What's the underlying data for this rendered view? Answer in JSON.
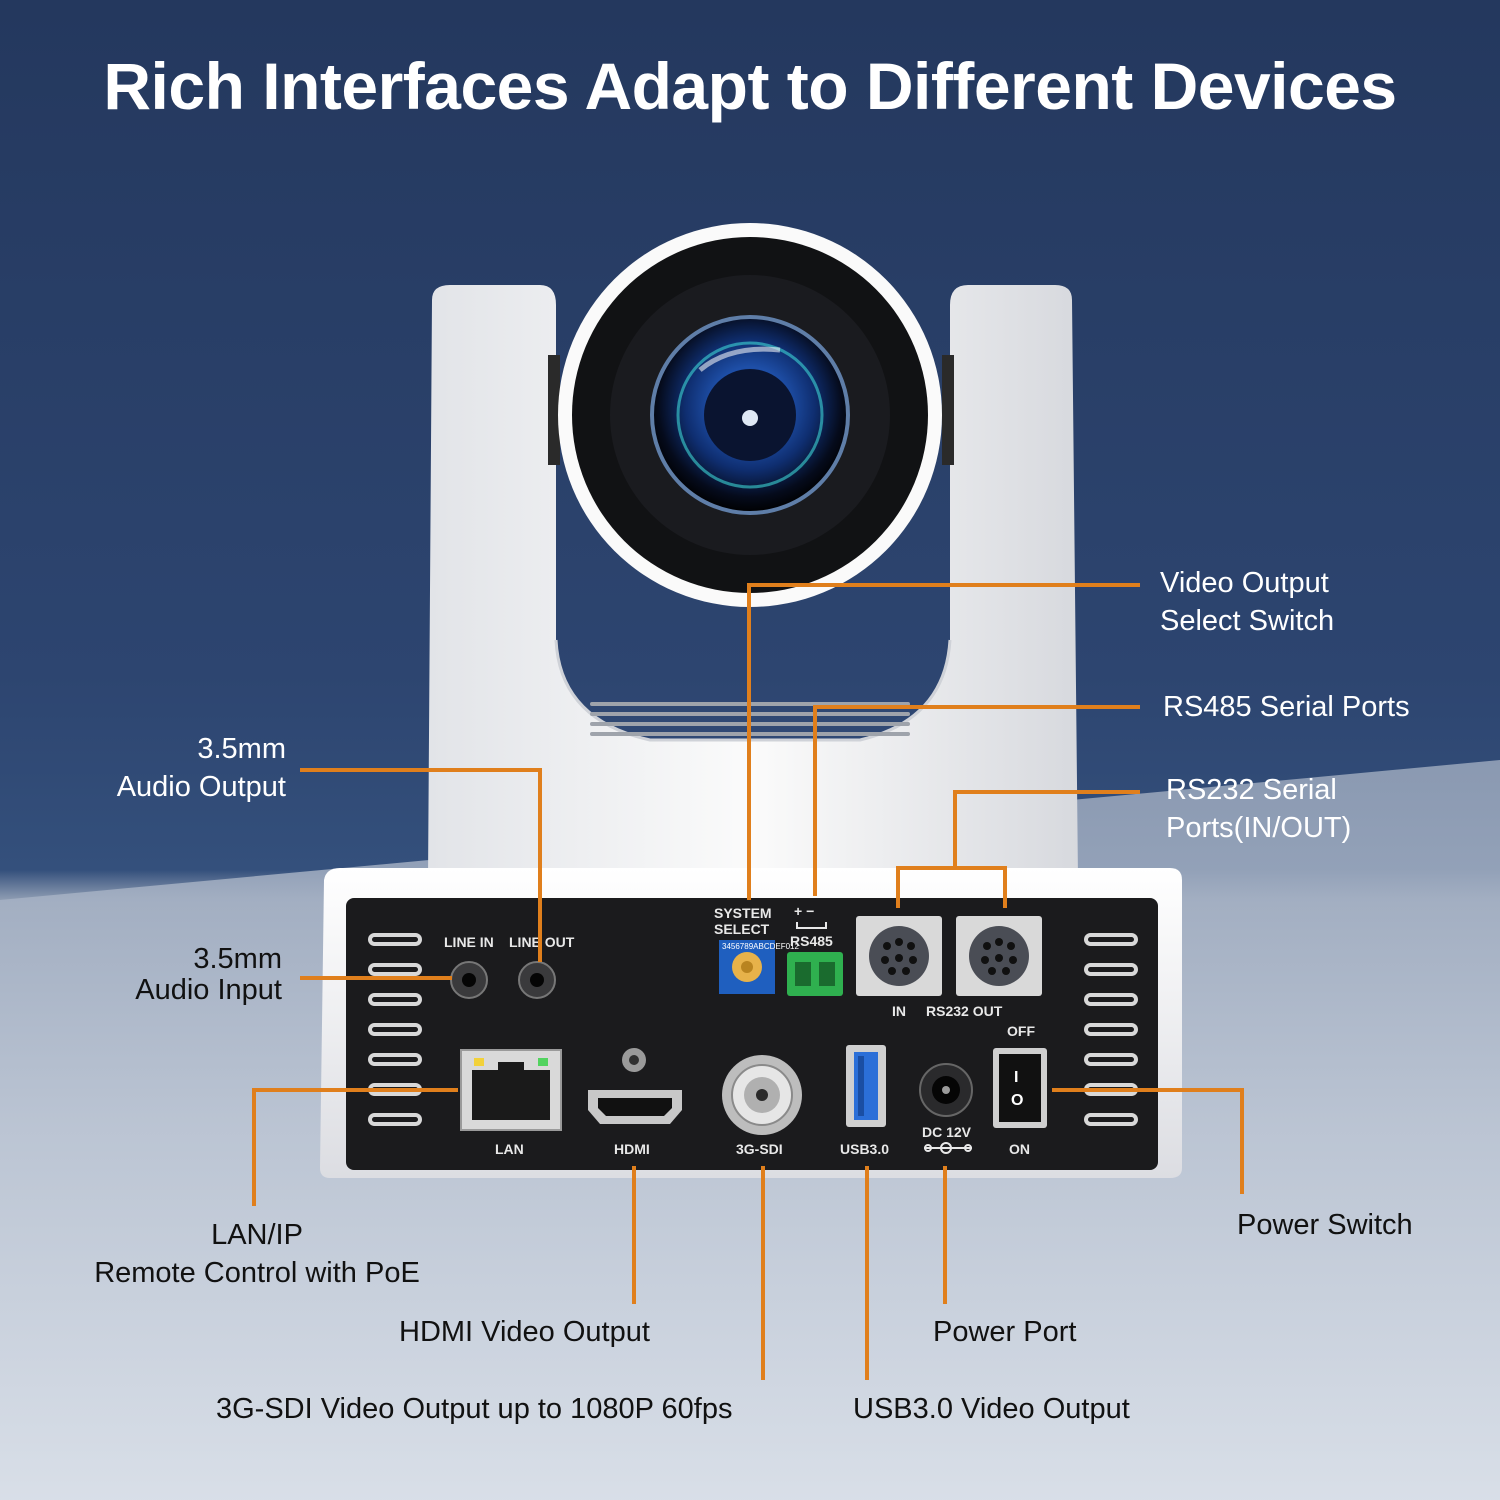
{
  "title": "Rich Interfaces Adapt to Different Devices",
  "callouts": {
    "video_output_select": [
      "Video Output",
      "Select Switch"
    ],
    "rs485": "RS485 Serial Ports",
    "rs232": [
      "RS232 Serial",
      "Ports(IN/OUT)"
    ],
    "audio_output": [
      "3.5mm",
      "Audio Output"
    ],
    "audio_input": [
      "3.5mm",
      "Audio Input"
    ],
    "lan": [
      "LAN/IP",
      "Remote Control with PoE"
    ],
    "power_switch": "Power Switch",
    "hdmi": "HDMI Video Output",
    "power_port": "Power Port",
    "sdi": "3G-SDI Video Output up to 1080P 60fps",
    "usb": "USB3.0 Video Output"
  },
  "panel_labels": {
    "line_in": "LINE  IN",
    "line_out": "LINE OUT",
    "system_select": [
      "SYSTEM",
      "SELECT"
    ],
    "rs485_polarity": "+  −",
    "rs485": "RS485",
    "in": "IN",
    "rs232_out": "RS232  OUT",
    "off": "OFF",
    "on": "ON",
    "lan": "LAN",
    "hdmi": "HDMI",
    "sdi": "3G-SDI",
    "usb": "USB3.0",
    "dc": "DC 12V",
    "dial_digits": "3456789ABCDEF012",
    "switch_on_mark": "I",
    "switch_off_mark": "O"
  },
  "colors": {
    "leader": "#e07f1c",
    "panel": "#1b1b1d",
    "body": "#f3f3f3",
    "background": "#2d4570"
  }
}
